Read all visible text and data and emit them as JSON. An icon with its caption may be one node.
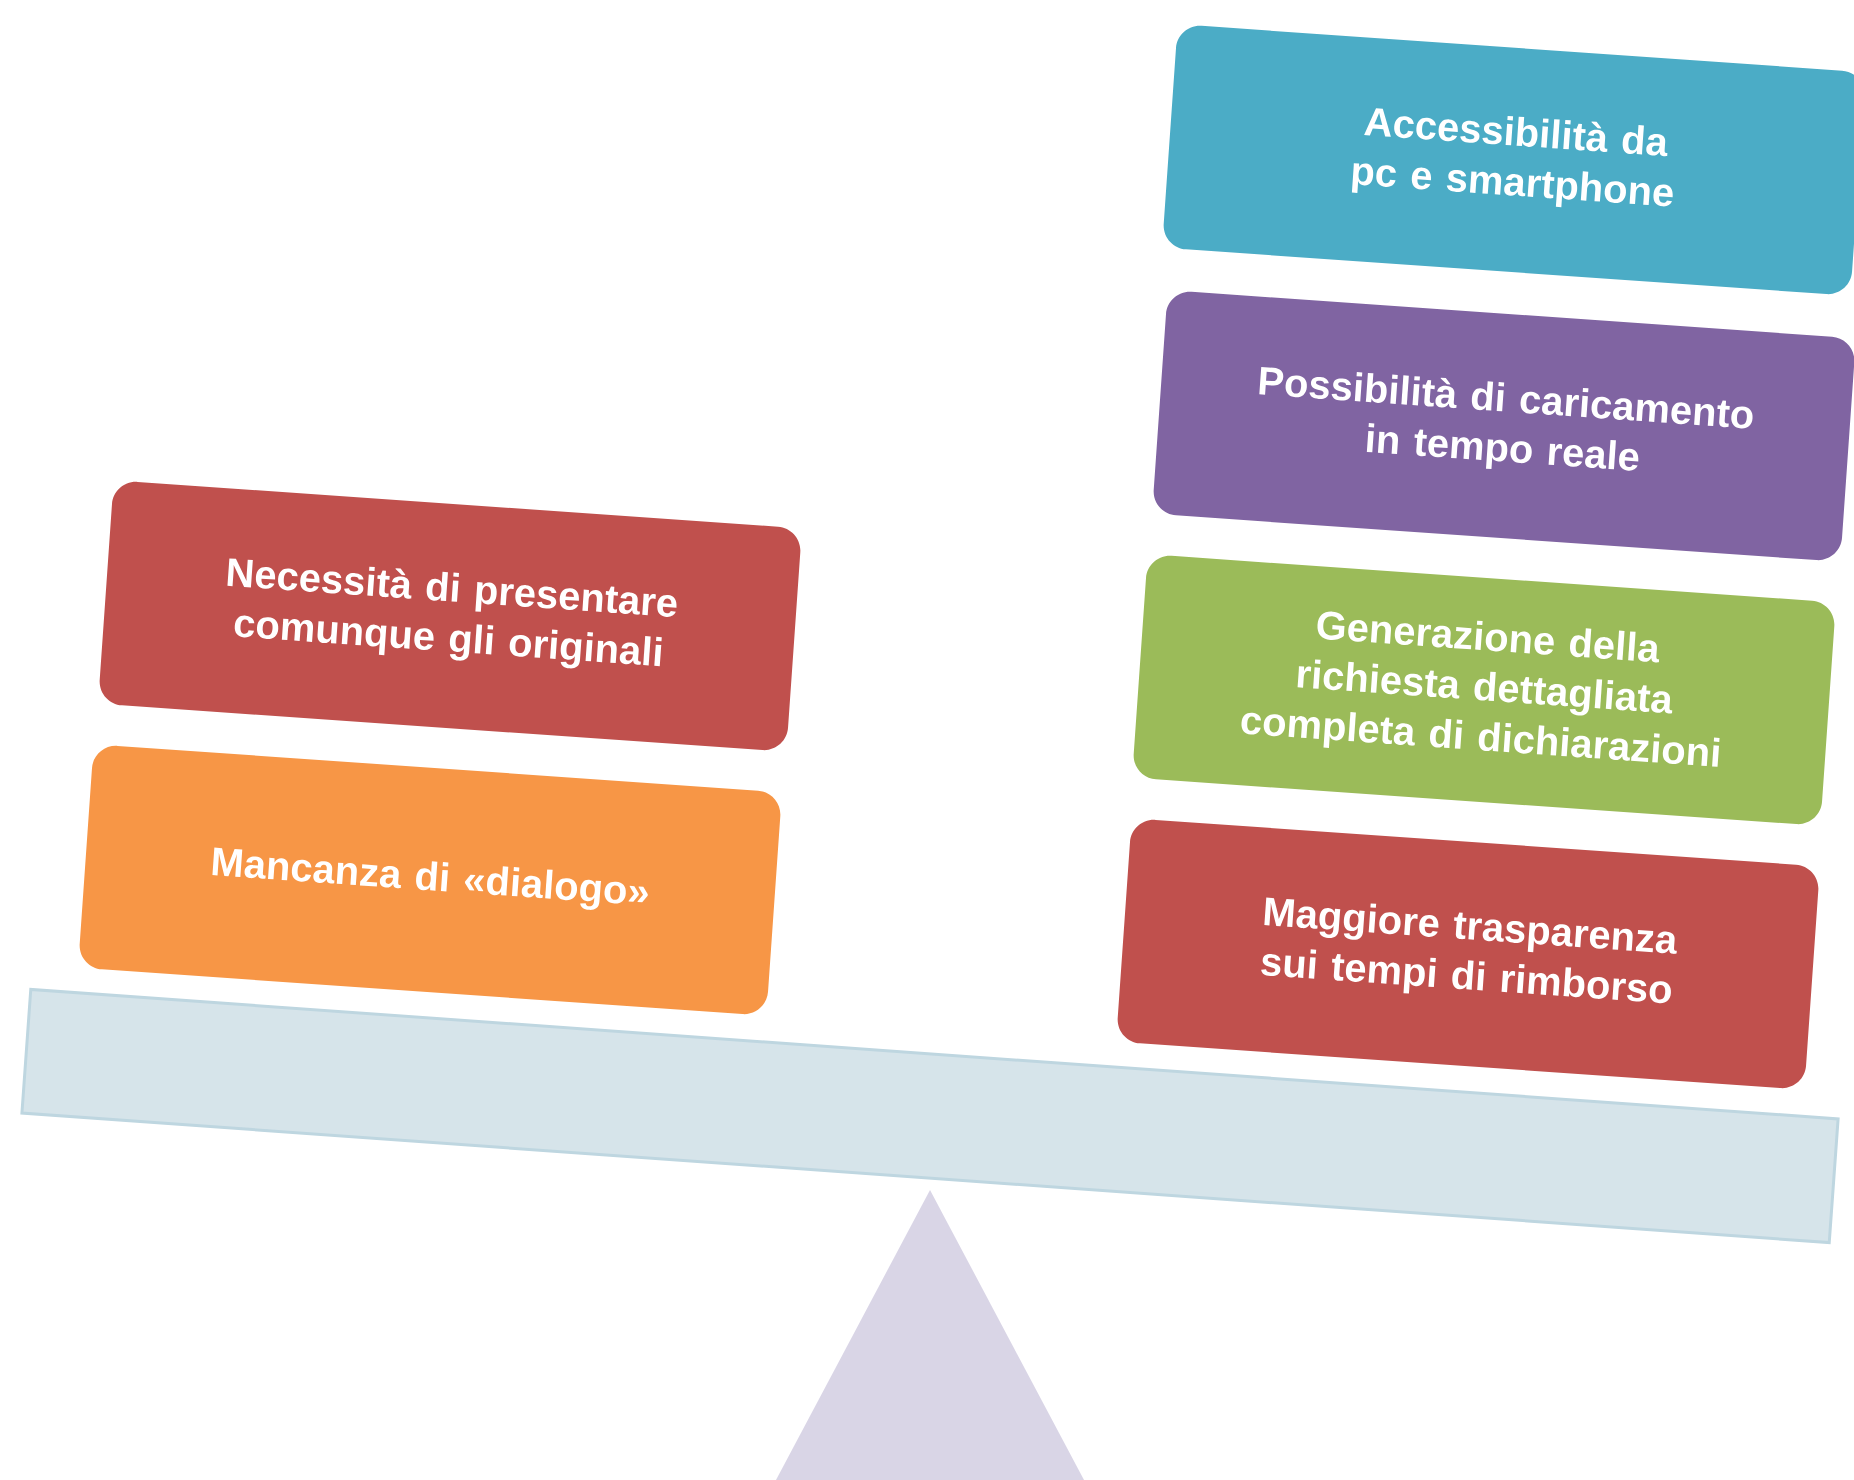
{
  "diagram": {
    "nodes": [
      {
        "text": [
          "Necessità di presentare comunque gli originali"
        ]
      },
      {
        "text": [
          "Mancanza di «dialogo»"
        ]
      },
      {
        "text": [
          "Accessibilità da pc e smartphone"
        ]
      },
      {
        "text": [
          "Possibilità di caricamento in tempo reale"
        ]
      },
      {
        "text": [
          "Generazione della richiesta dettagliata completa di dichiarazioni"
        ]
      },
      {
        "text": [
          "Maggiore trasparenza sui tempi di rimborso"
        ]
      }
    ]
  }
}
